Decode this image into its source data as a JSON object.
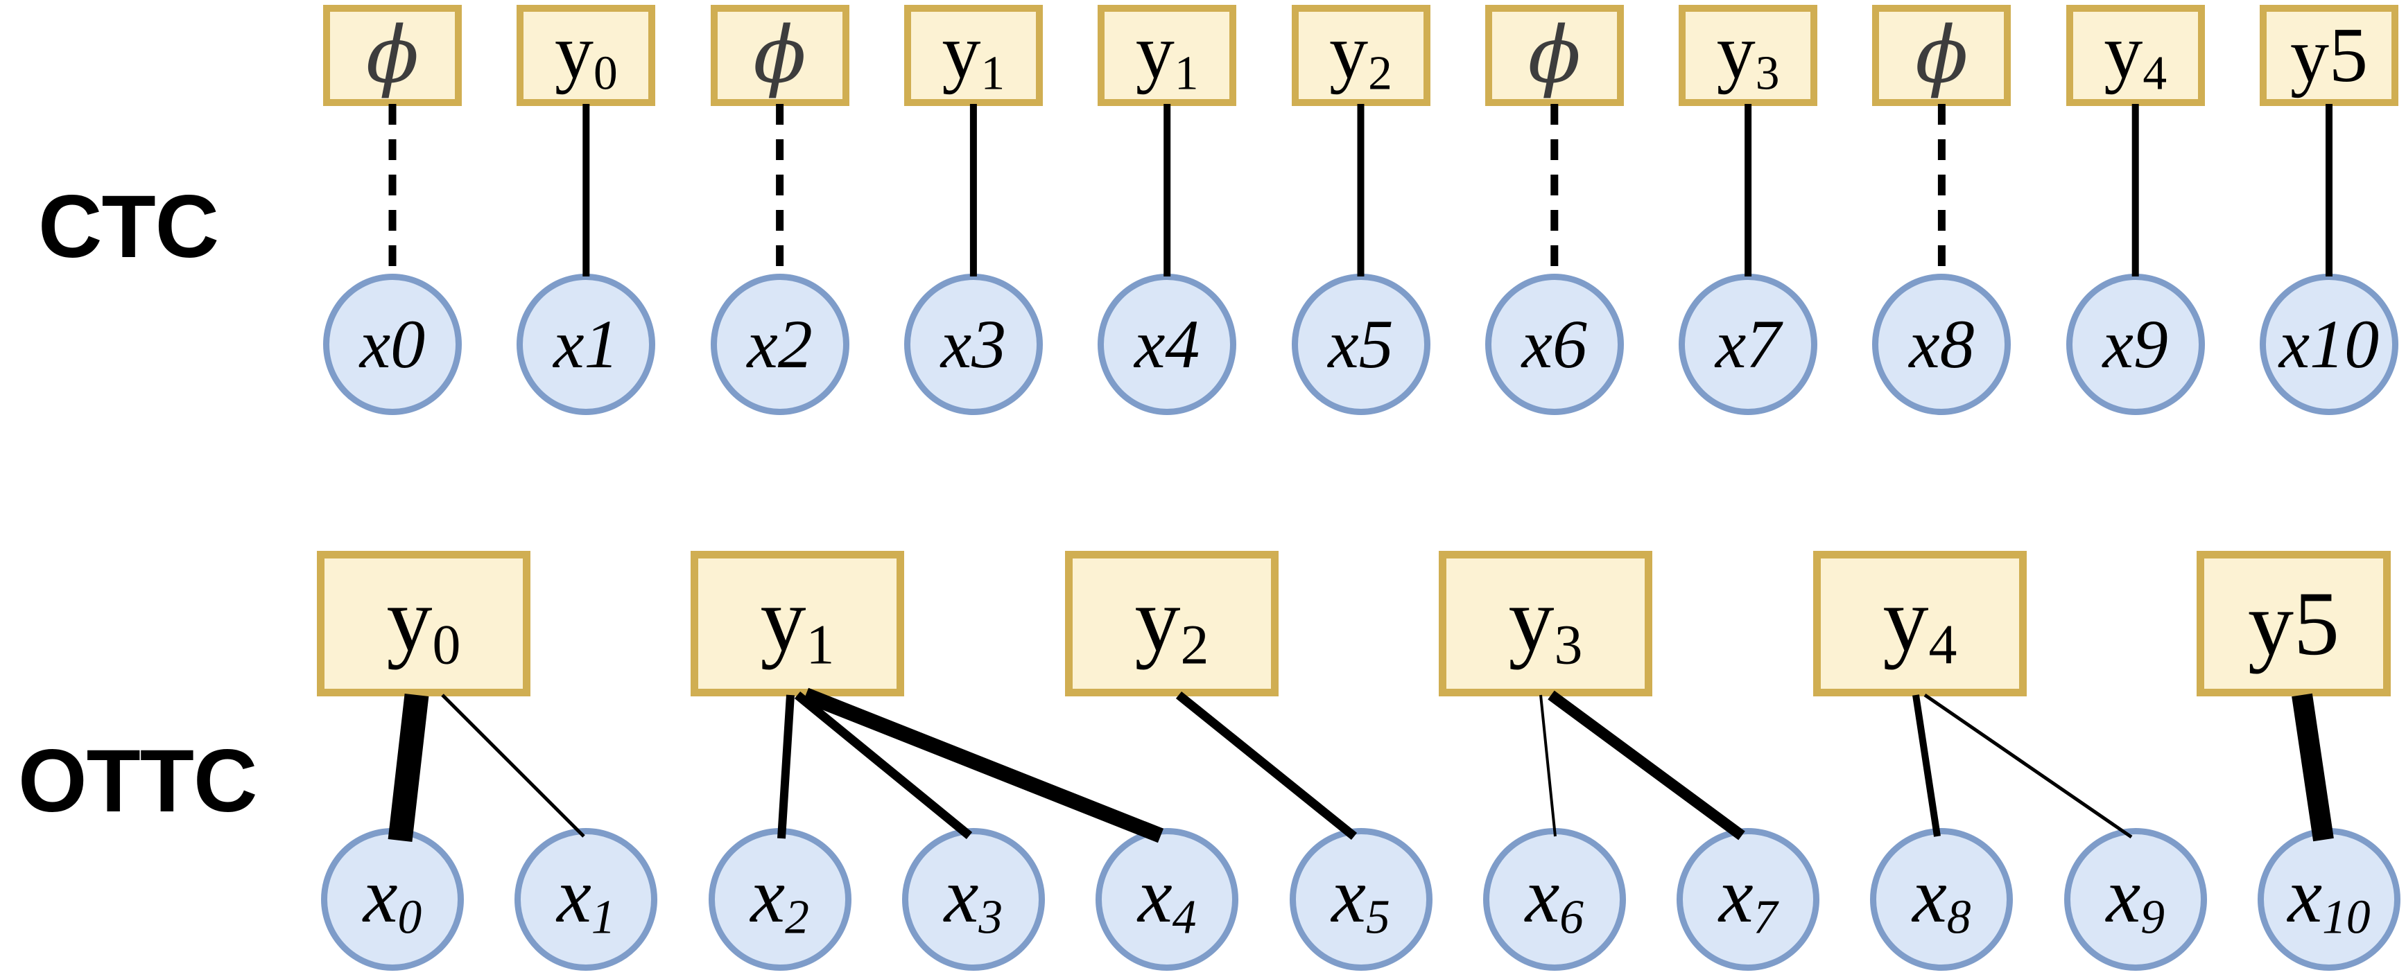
{
  "colors": {
    "box_fill": "#FCF2D3",
    "box_border": "#D0AE52",
    "circle_fill": "#DAE6F7",
    "circle_border": "#7E9CC9",
    "edge_line": "#000000",
    "blank_symbol": "#3D3D3D"
  },
  "ctc": {
    "label": "CTC",
    "columns": [
      {
        "box_base": "ϕ",
        "box_sub": "",
        "is_blank": true,
        "line": "dashed",
        "circle_label": "x0"
      },
      {
        "box_base": "y",
        "box_sub": "0",
        "is_blank": false,
        "line": "solid",
        "circle_label": "x1"
      },
      {
        "box_base": "ϕ",
        "box_sub": "",
        "is_blank": true,
        "line": "dashed",
        "circle_label": "x2"
      },
      {
        "box_base": "y",
        "box_sub": "1",
        "is_blank": false,
        "line": "solid",
        "circle_label": "x3"
      },
      {
        "box_base": "y",
        "box_sub": "1",
        "is_blank": false,
        "line": "solid",
        "circle_label": "x4"
      },
      {
        "box_base": "y",
        "box_sub": "2",
        "is_blank": false,
        "line": "solid",
        "circle_label": "x5"
      },
      {
        "box_base": "ϕ",
        "box_sub": "",
        "is_blank": true,
        "line": "dashed",
        "circle_label": "x6"
      },
      {
        "box_base": "y",
        "box_sub": "3",
        "is_blank": false,
        "line": "solid",
        "circle_label": "x7"
      },
      {
        "box_base": "ϕ",
        "box_sub": "",
        "is_blank": true,
        "line": "dashed",
        "circle_label": "x8"
      },
      {
        "box_base": "y",
        "box_sub": "4",
        "is_blank": false,
        "line": "solid",
        "circle_label": "x9"
      },
      {
        "box_base": "y5",
        "box_sub": "",
        "is_blank": false,
        "line": "solid",
        "circle_label": "x10"
      }
    ]
  },
  "ottc": {
    "label": "OTTC",
    "boxes": [
      {
        "base": "y",
        "sub": "0"
      },
      {
        "base": "y",
        "sub": "1"
      },
      {
        "base": "y",
        "sub": "2"
      },
      {
        "base": "y",
        "sub": "3"
      },
      {
        "base": "y",
        "sub": "4"
      },
      {
        "base": "y5",
        "sub": ""
      }
    ],
    "circles": [
      {
        "base": "x",
        "sub": "0"
      },
      {
        "base": "x",
        "sub": "1"
      },
      {
        "base": "x",
        "sub": "2"
      },
      {
        "base": "x",
        "sub": "3"
      },
      {
        "base": "x",
        "sub": "4"
      },
      {
        "base": "x",
        "sub": "5"
      },
      {
        "base": "x",
        "sub": "6"
      },
      {
        "base": "x",
        "sub": "7"
      },
      {
        "base": "x",
        "sub": "8"
      },
      {
        "base": "x",
        "sub": "9"
      },
      {
        "base": "x",
        "sub": "10"
      }
    ],
    "edges": [
      {
        "from_box": 0,
        "to_frame": 0,
        "weight": 35
      },
      {
        "from_box": 0,
        "to_frame": 1,
        "weight": 5
      },
      {
        "from_box": 1,
        "to_frame": 2,
        "weight": 12
      },
      {
        "from_box": 1,
        "to_frame": 3,
        "weight": 13
      },
      {
        "from_box": 1,
        "to_frame": 4,
        "weight": 22
      },
      {
        "from_box": 2,
        "to_frame": 5,
        "weight": 13
      },
      {
        "from_box": 3,
        "to_frame": 6,
        "weight": 4
      },
      {
        "from_box": 3,
        "to_frame": 7,
        "weight": 16
      },
      {
        "from_box": 4,
        "to_frame": 8,
        "weight": 10
      },
      {
        "from_box": 4,
        "to_frame": 9,
        "weight": 5
      },
      {
        "from_box": 5,
        "to_frame": 10,
        "weight": 30
      }
    ]
  }
}
